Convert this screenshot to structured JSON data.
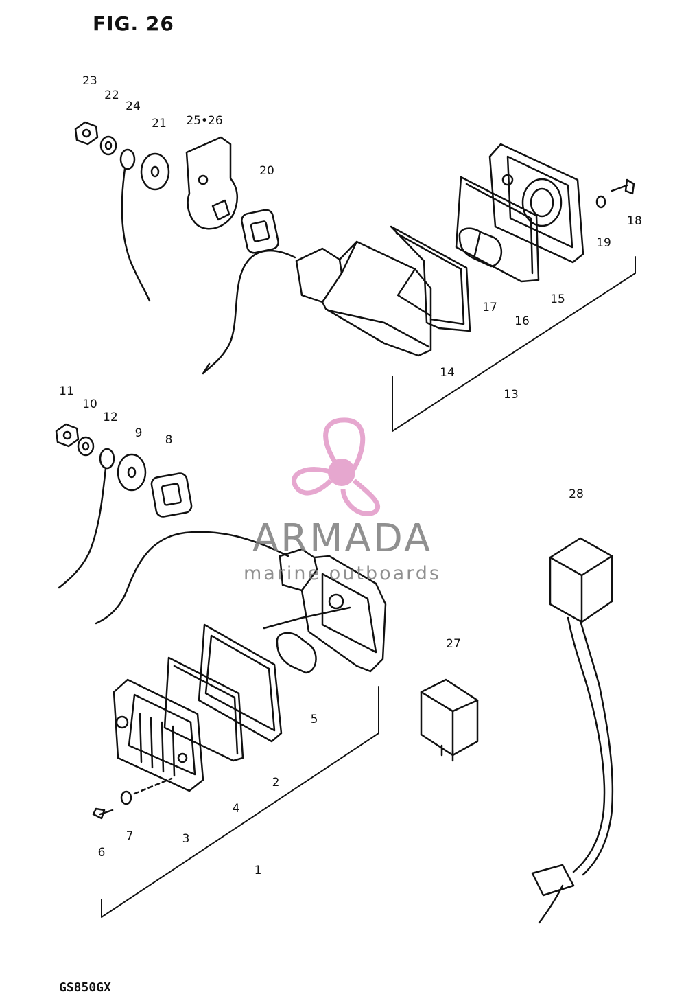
{
  "figure": {
    "title": "FIG. 26",
    "model": "GS850GX"
  },
  "watermark": {
    "brand": "ARMADA",
    "tagline": "marine outboards",
    "logo_color": "#e6a7cf",
    "text_color": "#7d7d7d"
  },
  "callouts": {
    "c1": "1",
    "c2": "2",
    "c3": "3",
    "c4": "4",
    "c5": "5",
    "c6": "6",
    "c7": "7",
    "c8": "8",
    "c9": "9",
    "c10": "10",
    "c11": "11",
    "c12": "12",
    "c13": "13",
    "c14": "14",
    "c15": "15",
    "c16": "16",
    "c17": "17",
    "c18": "18",
    "c19": "19",
    "c20": "20",
    "c21": "21",
    "c22": "22",
    "c23": "23",
    "c24": "24",
    "c25_26": "25•26",
    "c27": "27",
    "c28": "28"
  }
}
